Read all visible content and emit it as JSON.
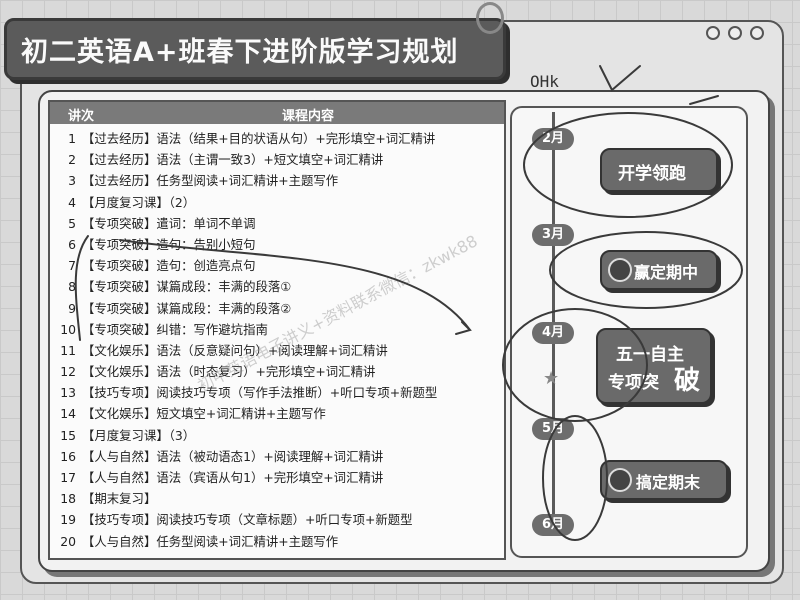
{
  "title": "初二英语A+班春下进阶版学习规划",
  "header": {
    "col_num": "讲次",
    "col_content": "课程内容"
  },
  "lessons": [
    {
      "num": "1",
      "text": "【过去经历】语法（结果+目的状语从句）+完形填空+词汇精讲"
    },
    {
      "num": "2",
      "text": "【过去经历】语法（主谓一致3）+短文填空+词汇精讲"
    },
    {
      "num": "3",
      "text": "【过去经历】任务型阅读+词汇精讲+主题写作"
    },
    {
      "num": "4",
      "text": "【月度复习课】（2）"
    },
    {
      "num": "5",
      "text": "【专项突破】遣词：单词不单调"
    },
    {
      "num": "6",
      "text": "【专项突破】造句：告别小短句"
    },
    {
      "num": "7",
      "text": "【专项突破】造句：创造亮点句"
    },
    {
      "num": "8",
      "text": "【专项突破】谋篇成段：丰满的段落①"
    },
    {
      "num": "9",
      "text": "【专项突破】谋篇成段：丰满的段落②"
    },
    {
      "num": "10",
      "text": "【专项突破】纠错：写作避坑指南"
    },
    {
      "num": "11",
      "text": "【文化娱乐】语法（反意疑问句）+阅读理解+词汇精讲"
    },
    {
      "num": "12",
      "text": "【文化娱乐】语法（时态复习）+完形填空+词汇精讲"
    },
    {
      "num": "13",
      "text": "【技巧专项】阅读技巧专项（写作手法推断）+听口专项+新题型"
    },
    {
      "num": "14",
      "text": "【文化娱乐】短文填空+词汇精讲+主题写作"
    },
    {
      "num": "15",
      "text": "【月度复习课】（3）"
    },
    {
      "num": "16",
      "text": "【人与自然】语法（被动语态1）+阅读理解+词汇精讲"
    },
    {
      "num": "17",
      "text": "【人与自然】语法（宾语从句1）+完形填空+词汇精讲"
    },
    {
      "num": "18",
      "text": "【期末复习】"
    },
    {
      "num": "19",
      "text": "【技巧专项】阅读技巧专项（文章标题）+听口专项+新题型"
    },
    {
      "num": "20",
      "text": "【人与自然】任务型阅读+词汇精讲+主题写作"
    }
  ],
  "timeline": {
    "months": [
      "2月",
      "3月",
      "4月",
      "5月",
      "6月"
    ],
    "badges": {
      "b1": "开学领跑",
      "b2": "赢定期中",
      "b3_line1": "五一自主",
      "b3_line2": "专项突",
      "b3_big": "破",
      "b4": "搞定期末"
    }
  },
  "annotation": "OHk",
  "watermark": "初中英语电子讲义+资料联系微信：zkwk88",
  "icons": [
    "medal-icon",
    "star-icon",
    "binder-ring-icon"
  ]
}
